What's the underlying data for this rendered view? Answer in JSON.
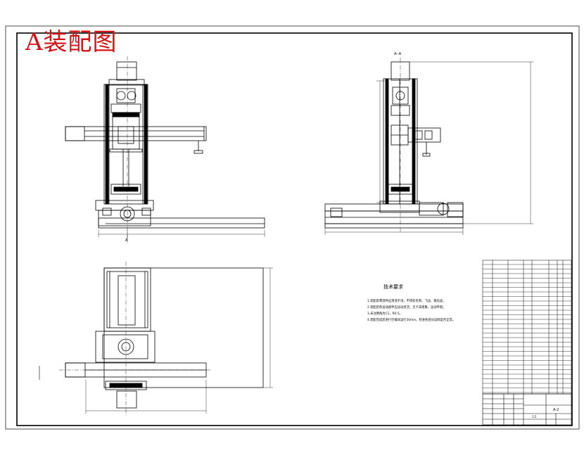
{
  "title": "A装配图",
  "section_label": "A--A",
  "section_arrow_label": "A",
  "side_section_label": "A--A",
  "technical_requirements": {
    "title": "技术要求",
    "notes": [
      "1.装配前零部件应清洗干净，不得有毛刺、飞边、氧化皮。",
      "2.装配后各运动部件应运动灵活，无卡滞现象，运动平稳。",
      "3.未注倒角为C1，R0.5。",
      "4.装配完成后进行空载试运行30min，检查各部分运转是否正常。"
    ]
  },
  "title_block": {
    "drawing_number": "A-2",
    "scale": "1:5"
  },
  "colors": {
    "line": "#000000",
    "stamp": "#d41414",
    "background": "#ffffff"
  }
}
